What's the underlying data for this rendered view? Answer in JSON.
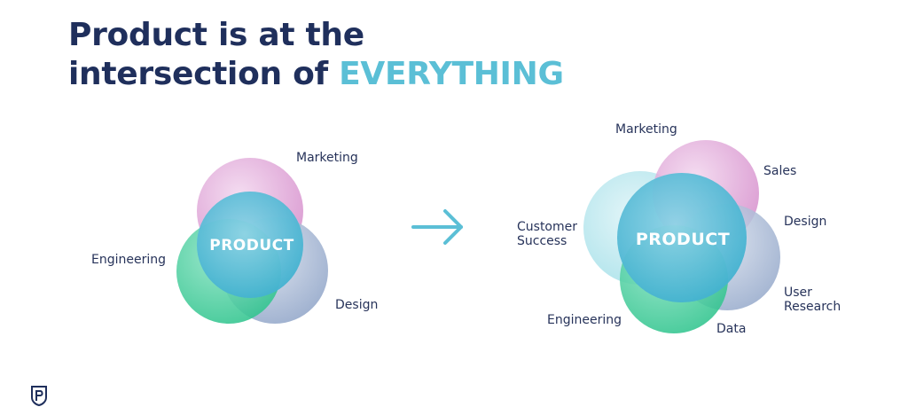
{
  "headline": {
    "line1": "Product is at the",
    "line2_prefix": "intersection of ",
    "line2_accent": "EVERYTHING"
  },
  "left_diagram": {
    "center": "PRODUCT",
    "labels": {
      "marketing": "Marketing",
      "engineering": "Engineering",
      "design": "Design"
    }
  },
  "right_diagram": {
    "center": "PRODUCT",
    "labels": {
      "marketing": "Marketing",
      "sales": "Sales",
      "design": "Design",
      "customer_success_1": "Customer",
      "customer_success_2": "Success",
      "user_research_1": "User",
      "user_research_2": "Research",
      "engineering": "Engineering",
      "data": "Data"
    }
  },
  "colors": {
    "navy": "#1f2f5c",
    "accent": "#5bbfd6",
    "product": "#49b6d3",
    "marketing": "#d89bd0",
    "engineering": "#3ccb98",
    "design": "#9fb1cf",
    "customer_success": "#a9e2ea"
  },
  "icons": {
    "arrow": "arrow-right-icon",
    "logo": "shield-p-logo-icon"
  }
}
